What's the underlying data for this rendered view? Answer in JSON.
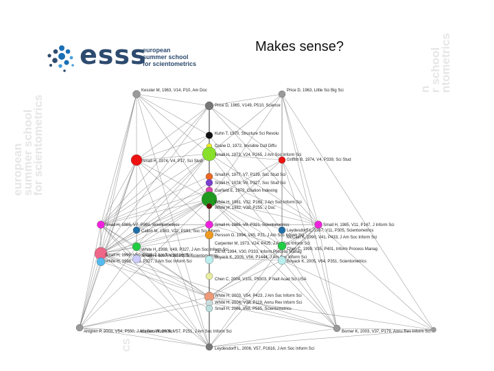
{
  "slide": {
    "title": "Makes sense?"
  },
  "logo": {
    "word": "esss",
    "lines": [
      "european",
      "summer school",
      "for scientometrics"
    ],
    "color": "#2d4b6e"
  },
  "watermarks": {
    "left_lines": [
      "european",
      "summer school",
      "for scientometrics"
    ],
    "right_lines": [
      "n",
      "r school",
      "ntometrics"
    ],
    "bottom_fragment": "CS"
  },
  "network": {
    "edge_color": "#7a7a7a",
    "nodes": [
      {
        "id": "n1",
        "label": "Kessler M, 1963, V14, P10, Am Doc",
        "color": "#9a9a9a"
      },
      {
        "id": "n2",
        "label": "Price D, 1963, Little Sci Big Sci",
        "color": "#9a9a9a"
      },
      {
        "id": "n3",
        "label": "Price D, 1965, V149, P510, Science",
        "color": "#777777"
      },
      {
        "id": "n4",
        "label": "Kuhn T, 1970, Structure Sci Revolu",
        "color": "#111111"
      },
      {
        "id": "n5",
        "label": "Crane D, 1972, Invisible Coll Diffu",
        "color": "#eeee22"
      },
      {
        "id": "n6",
        "label": "Small H, 1973, V24, P265, J Am Soc Inform Sci",
        "color": "#88e02a"
      },
      {
        "id": "n7",
        "label": "Small H, 1974, V4, P17, Sci Stud",
        "color": "#ee1111"
      },
      {
        "id": "n8",
        "label": "Griffith B, 1974, V4, P339, Sci Stud",
        "color": "#ee1111"
      },
      {
        "id": "n9",
        "label": "Small H, 1977, V7, P139, Soc Stud Sci",
        "color": "#ee6622"
      },
      {
        "id": "n10",
        "label": "Small H, 1978, V8, P327, Soc Stud Sci",
        "color": "#7b3fd0"
      },
      {
        "id": "n11",
        "label": "Garfield E, 1979, Citation Indexing",
        "color": "#dd44aa"
      },
      {
        "id": "n12",
        "label": "White H, 1981, V32, P163, J Am Soc Inform Sci",
        "color": "#1f9a1f"
      },
      {
        "id": "n13",
        "label": "White H, 1982, V38, P255, J Doc",
        "color": "#6a1010"
      },
      {
        "id": "n14",
        "label": "Small H, 1985, V7, P391, Scientometrics",
        "color": "#ee22dd"
      },
      {
        "id": "n15",
        "label": "Small H, 1985, V8, P321, Scientometrics",
        "color": "#ee22dd"
      },
      {
        "id": "n16",
        "label": "Small H, 1985, V11, P147, J Inform Sci",
        "color": "#ee22dd"
      },
      {
        "id": "n17",
        "label": "Callon M, 1983, V22, P191, Soc Sci Inform",
        "color": "#1f6fa8"
      },
      {
        "id": "n18",
        "label": "Leydesdorff L, 1987, V11, P305, Scientometrics",
        "color": "#1f6fa8"
      },
      {
        "id": "n19",
        "label": "McCain K, 1990, V41, P433, J Am Soc Inform Sci",
        "color": "#1f6fa8"
      },
      {
        "id": "n20",
        "label": "Persson O, 1994, V45, P31, J Am Soc Inform Sci",
        "color": "#ee9922"
      },
      {
        "id": "n21",
        "label": "Carpenter M, 1973, V24, P425, J Am Soc Inform Sci",
        "color": "#9a9a9a"
      },
      {
        "id": "n22",
        "label": "White H, 1998, V49, P327, J Am Soc Inform Sci",
        "color": "#22cc44"
      },
      {
        "id": "n23",
        "label": "Chen C, 1999, V35, P401, Inform Process Manag",
        "color": "#22cc44"
      },
      {
        "id": "n24",
        "label": "Zitt M, 1994, V30, P333, Inform Process Manag",
        "color": "#22cc44"
      },
      {
        "id": "n25",
        "label": "Small H, 1999, V50, P799, J Am Soc Inform Sci",
        "color": "#ee6688"
      },
      {
        "id": "n26",
        "label": "White H, 1998, V49, P327, J Am Soc Inform Sci",
        "color": "#55bbee"
      },
      {
        "id": "n27",
        "label": "Small H, 1997, V38, P275, Scientometrics",
        "color": "#ccccff"
      },
      {
        "id": "n28",
        "label": "Boyack K, 2005, V56, P1444, J Am Soc Inform Sci",
        "color": "#bbeeee"
      },
      {
        "id": "n29",
        "label": "Boyack K, 2005, V64, P351, Scientometrics",
        "color": "#bbeeee"
      },
      {
        "id": "n30",
        "label": "Chen C, 2004, V101, P5303, P Natl Acad Sci USA",
        "color": "#e8eea0"
      },
      {
        "id": "n31",
        "label": "White H, 2003, V54, P423, J Am Soc Inform Sci",
        "color": "#ee9977"
      },
      {
        "id": "n32",
        "label": "White H, 2004, V38, P119, Annu Rev Inform Sci",
        "color": "#ccdddd"
      },
      {
        "id": "n33",
        "label": "Small H, 2006, V68, P595, Scientometrics",
        "color": "#bbdddd"
      },
      {
        "id": "n34",
        "label": "Ahlgren P, 2003, V54, P550, J Am Soc Inform Sci",
        "color": "#9a9a9a"
      },
      {
        "id": "n35",
        "label": "Klavans R, 2006, V57, P251, J Am Soc Inform Sci",
        "color": "#9a9a9a"
      },
      {
        "id": "n36",
        "label": "Leydesdorff L, 2006, V57, P1616, J Am Soc Inform Sci",
        "color": "#777777"
      },
      {
        "id": "n37",
        "label": "Borner K, 2003, V37, P179, Annu Rev Inform Sci",
        "color": "#9a9a9a"
      }
    ]
  }
}
